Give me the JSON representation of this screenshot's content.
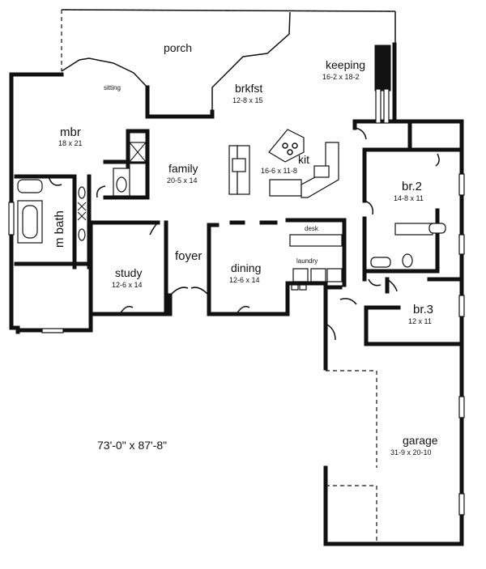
{
  "rooms": {
    "porch": {
      "name": "porch"
    },
    "sitting": {
      "name": "sitting"
    },
    "keeping": {
      "name": "keeping",
      "dims": "16-2 x 18-2"
    },
    "brkfst": {
      "name": "brkfst",
      "dims": "12-8 x 15"
    },
    "mbr": {
      "name": "mbr",
      "dims": "18 x 21"
    },
    "family": {
      "name": "family",
      "dims": "20-5 x 14"
    },
    "kit": {
      "name": "kit",
      "dims": "16-6 x 11-8"
    },
    "br2": {
      "name": "br.2",
      "dims": "14-8 x 11"
    },
    "mbath": {
      "name": "m bath"
    },
    "foyer": {
      "name": "foyer"
    },
    "study": {
      "name": "study",
      "dims": "12-6 x 14"
    },
    "dining": {
      "name": "dining",
      "dims": "12-6 x 14"
    },
    "desk": {
      "name": "desk"
    },
    "laundry": {
      "name": "laundry"
    },
    "br3": {
      "name": "br.3",
      "dims": "12 x 11"
    },
    "garage": {
      "name": "garage",
      "dims": "31-9 x 20-10"
    }
  },
  "overall_dims": "73'-0\" x 87'-8\""
}
